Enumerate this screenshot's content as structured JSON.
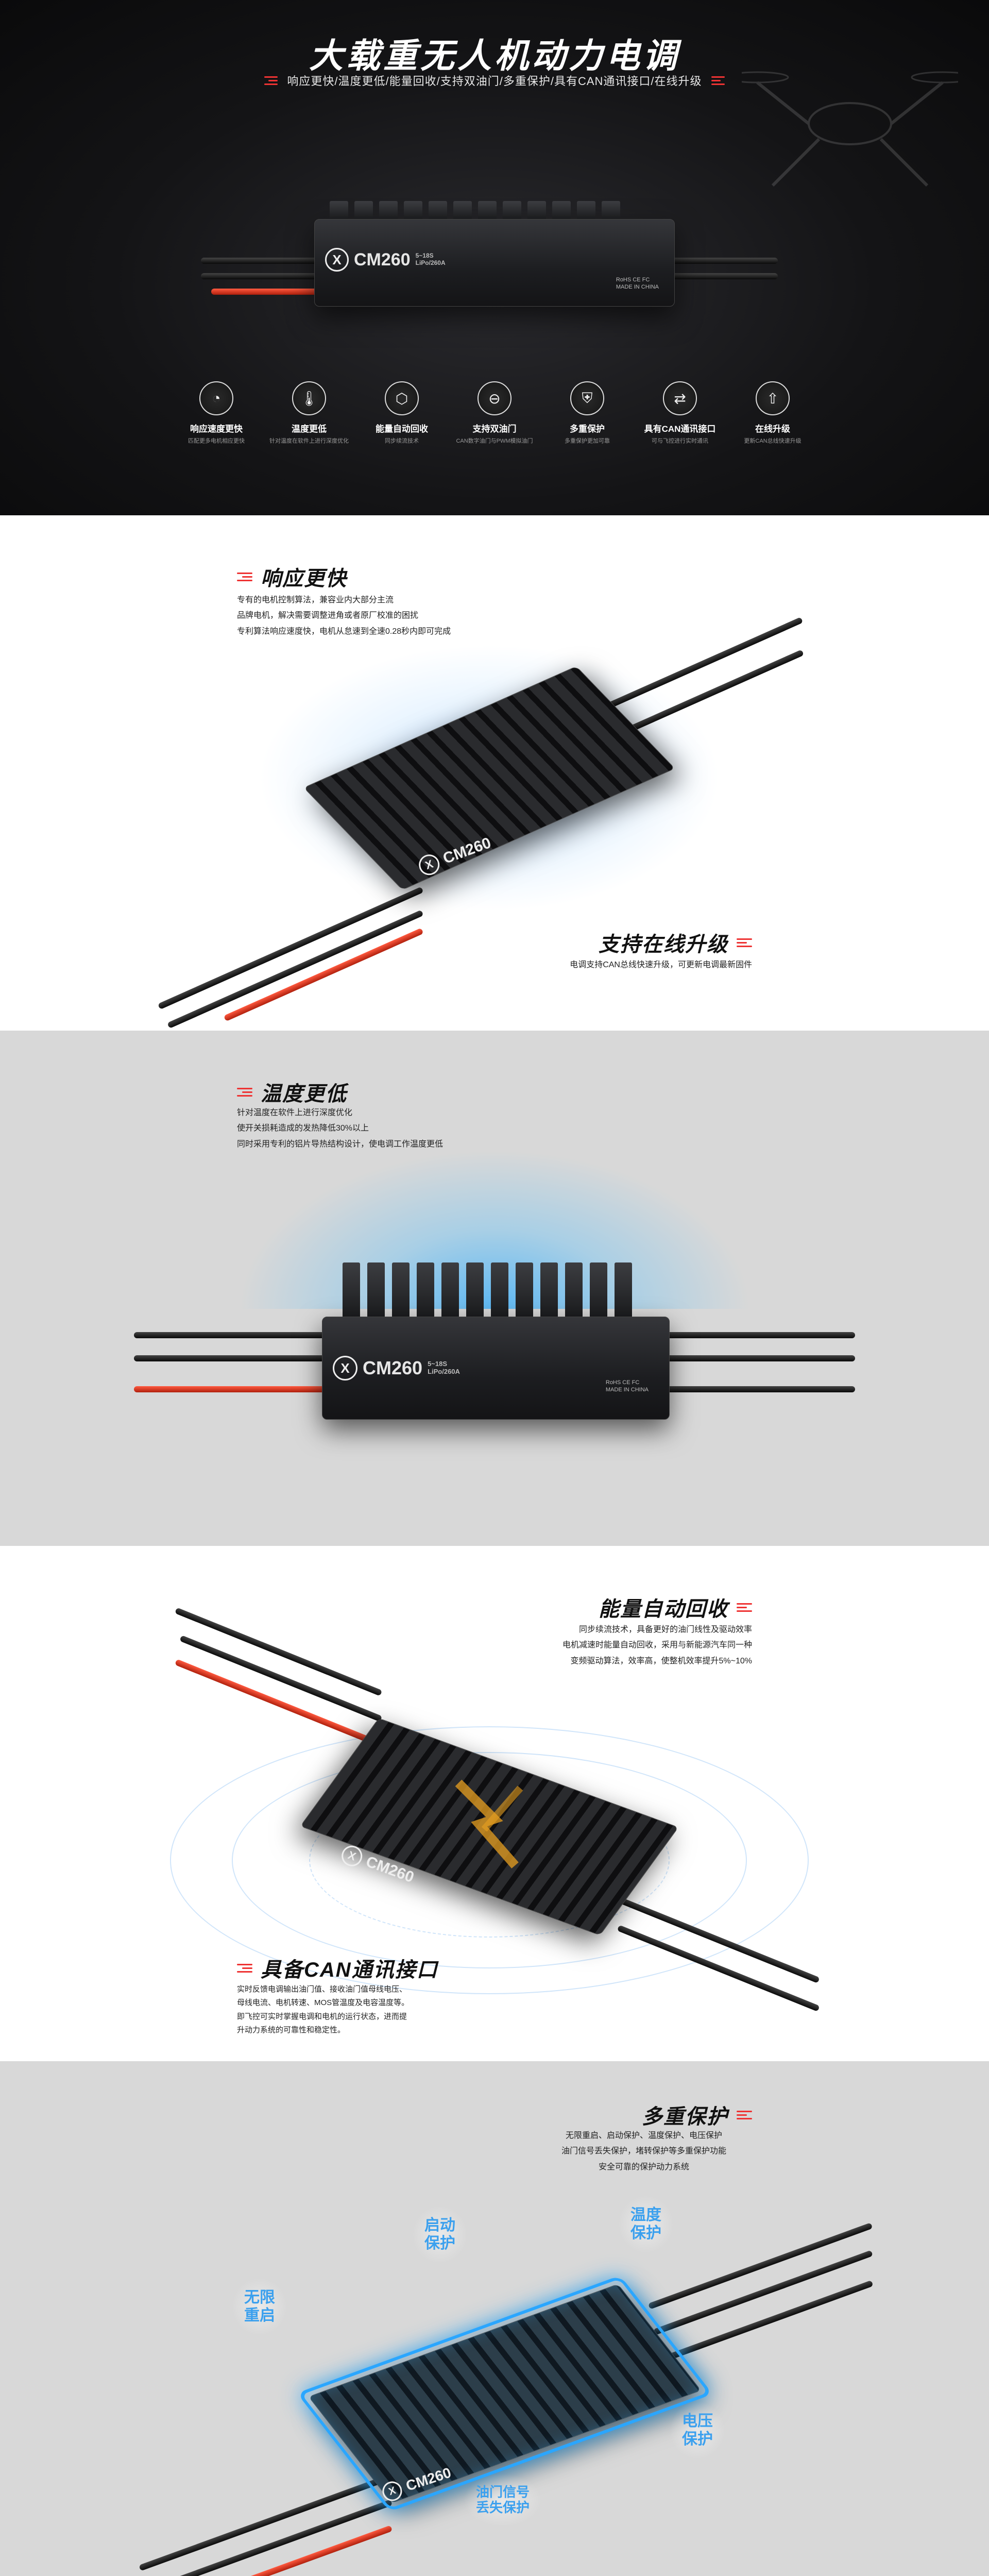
{
  "hero": {
    "title": "大载重无人机动力电调",
    "subtitle": "响应更快/温度更低/能量回收/支持双油门/多重保护/具有CAN通讯接口/在线升级",
    "product": {
      "brand_logo": "X",
      "model": "CM260",
      "spec_line1": "5~18S",
      "spec_line2": "LiPo/260A",
      "cert_line1": "RoHS CE FC",
      "cert_line2": "MADE IN CHINA"
    },
    "features": [
      {
        "icon": "speedometer-icon",
        "name": "响应速度更快",
        "desc": "匹配更多电机相应更快"
      },
      {
        "icon": "thermometer-icon",
        "name": "温度更低",
        "desc": "针对温度在软件上进行深度优化"
      },
      {
        "icon": "energy-recycle-icon",
        "name": "能量自动回收",
        "desc": "同步续流技术"
      },
      {
        "icon": "throttle-icon",
        "name": "支持双油门",
        "desc": "CAN数字油门与PWM模拟油门"
      },
      {
        "icon": "shield-icon",
        "name": "多重保护",
        "desc": "多重保护更加可靠"
      },
      {
        "icon": "can-interface-icon",
        "name": "具有CAN通讯接口",
        "desc": "可与飞控进行实时通讯"
      },
      {
        "icon": "upgrade-icon",
        "name": "在线升级",
        "desc": "更新CAN总线快速升级"
      }
    ]
  },
  "s2": {
    "title": "响应更快",
    "text": [
      "专有的电机控制算法，兼容业内大部分主流",
      "品牌电机，解决需要调整进角或者原厂校准的困扰",
      "专利算法响应速度快，电机从怠速到全速0.28秒内即可完成"
    ],
    "title2": "支持在线升级",
    "text2": "电调支持CAN总线快速升级，可更新电调最新固件"
  },
  "s3": {
    "title": "温度更低",
    "text": [
      "针对温度在软件上进行深度优化",
      "使开关损耗造成的发热降低30%以上",
      "同时采用专利的铝片导热结构设计，使电调工作温度更低"
    ]
  },
  "s4": {
    "title": "能量自动回收",
    "text": [
      "同步续流技术，具备更好的油门线性及驱动效率",
      "电机减速时能量自动回收，采用与新能源汽车同一种",
      "变频驱动算法，效率高，使整机效率提升5%~10%"
    ],
    "title2": "具备CAN通讯接口",
    "text2": [
      "实时反馈电调输出油门值、接收油门值母线电压、",
      "母线电流、电机转速、MOS管温度及电容温度等。",
      "即飞控可实时掌握电调和电机的运行状态，进而提",
      "升动力系统的可靠性和稳定性。"
    ]
  },
  "s5": {
    "title": "多重保护",
    "text": [
      "无限重启、启动保护、温度保护、电压保护",
      "油门信号丢失保护，堵转保护等多重保护功能",
      "安全可靠的保护动力系统"
    ],
    "tags": [
      {
        "id": "restart",
        "text": "无限\n重启"
      },
      {
        "id": "start",
        "text": "启动\n保护"
      },
      {
        "id": "temp",
        "text": "温度\n保护"
      },
      {
        "id": "voltage",
        "text": "电压\n保护"
      },
      {
        "id": "signal",
        "text": "油门信号\n丢失保护"
      }
    ]
  },
  "colors": {
    "accent_red": "#e33333",
    "glow_blue": "#2aa6ff",
    "tag_blue": "#3ba0ee",
    "hero_bg": "#141416",
    "gray_bg": "#d8d8d8"
  }
}
